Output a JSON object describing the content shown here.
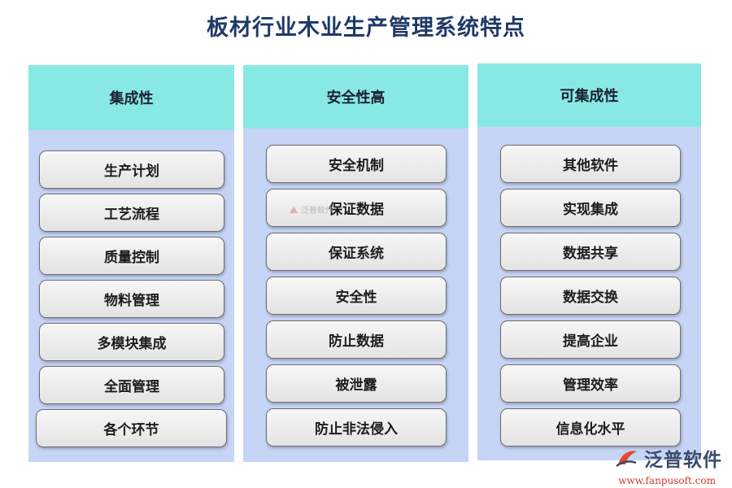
{
  "title": "板材行业木业生产管理系统特点",
  "columns": [
    {
      "header": "集成性",
      "items": [
        "生产计划",
        "工艺流程",
        "质量控制",
        "物料管理",
        "多模块集成",
        "全面管理",
        "各个环节"
      ]
    },
    {
      "header": "安全性高",
      "items": [
        "安全机制",
        "保证数据",
        "保证系统",
        "安全性",
        "防止数据",
        "被泄露",
        "防止非法侵入"
      ]
    },
    {
      "header": "可集成性",
      "items": [
        "其他软件",
        "实现集成",
        "数据共享",
        "数据交换",
        "提高企业",
        "管理效率",
        "信息化水平"
      ]
    }
  ],
  "watermark": "泛普软件",
  "brand": {
    "name": "泛普软件",
    "url": "www.fanpusoft.com",
    "logo_icon": "fanpu-logo-icon"
  },
  "colors": {
    "title": "#1f3a68",
    "header_bg": "#88e8e4",
    "column_bg": "#c6d4f5",
    "item_border": "#6d6d6d",
    "brand_url": "#d23a2a"
  }
}
